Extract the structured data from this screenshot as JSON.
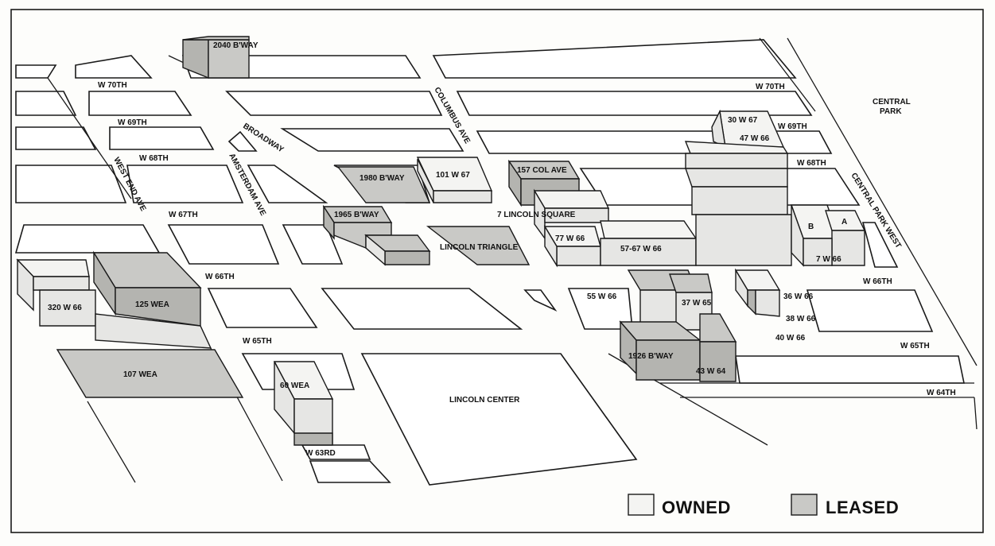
{
  "map": {
    "streets": {
      "w70_left": "W 70TH",
      "w70_right": "W 70TH",
      "w69_left": "W 69TH",
      "w69_right": "W 69TH",
      "w68_left": "W 68TH",
      "w68_right": "W 68TH",
      "w67_left": "W 67TH",
      "w66_left": "W 66TH",
      "w66_right": "W 66TH",
      "w65_left": "W 65TH",
      "w65_right": "W 65TH",
      "w64_right": "W 64TH",
      "w63": "W 63RD",
      "broadway": "BROADWAY",
      "columbus": "COLUMBUS AVE",
      "amsterdam": "AMSTERDAM AVE",
      "west_end": "WEST END AVE",
      "cpw": "CENTRAL PARK WEST",
      "central_park": [
        "CENTRAL",
        "PARK"
      ],
      "lincoln_center": "LINCOLN CENTER"
    },
    "properties": [
      {
        "key": "b2040",
        "label": "2040 B'WAY",
        "status": "leased"
      },
      {
        "key": "b1980",
        "label": "1980 B'WAY",
        "status": "leased"
      },
      {
        "key": "w101_67",
        "label": "101 W 67",
        "status": "owned"
      },
      {
        "key": "col157",
        "label": "157 COL AVE",
        "status": "leased"
      },
      {
        "key": "w30_67",
        "label": "30 W 67",
        "status": "owned"
      },
      {
        "key": "w47_66",
        "label": "47 W 66",
        "status": "owned"
      },
      {
        "key": "b1965",
        "label": "1965 B'WAY",
        "status": "leased"
      },
      {
        "key": "lincoln_sq",
        "label": "7 LINCOLN SQUARE",
        "status": "owned"
      },
      {
        "key": "lincoln_tri",
        "label": "LINCOLN TRIANGLE",
        "status": "leased"
      },
      {
        "key": "w77_66",
        "label": "77 W 66",
        "status": "owned"
      },
      {
        "key": "w57_67_66",
        "label": "57-67 W 66",
        "status": "owned"
      },
      {
        "key": "w7_66",
        "label": "7 W 66",
        "status": "owned"
      },
      {
        "key": "bldgA",
        "label": "A",
        "status": "owned"
      },
      {
        "key": "bldgB",
        "label": "B",
        "status": "owned"
      },
      {
        "key": "w320_66",
        "label": "320 W 66",
        "status": "owned"
      },
      {
        "key": "wea125",
        "label": "125 WEA",
        "status": "leased"
      },
      {
        "key": "wea107",
        "label": "107 WEA",
        "status": "leased"
      },
      {
        "key": "wea60",
        "label": "60 WEA",
        "status": "owned"
      },
      {
        "key": "w55_66",
        "label": "55 W 66",
        "status": "owned"
      },
      {
        "key": "w37_65",
        "label": "37 W 65",
        "status": "leased"
      },
      {
        "key": "w36_66",
        "label": "36 W 66",
        "status": "owned"
      },
      {
        "key": "w38_66",
        "label": "38 W 66",
        "status": "owned"
      },
      {
        "key": "w40_66",
        "label": "40 W 66",
        "status": "owned"
      },
      {
        "key": "b1926",
        "label": "1926 B'WAY",
        "status": "leased"
      },
      {
        "key": "w43_64",
        "label": "43 W 64",
        "status": "leased"
      }
    ]
  },
  "legend": {
    "owned_label": "OWNED",
    "leased_label": "LEASED",
    "owned_color": "#f4f4f2",
    "leased_color": "#c9c9c6"
  }
}
